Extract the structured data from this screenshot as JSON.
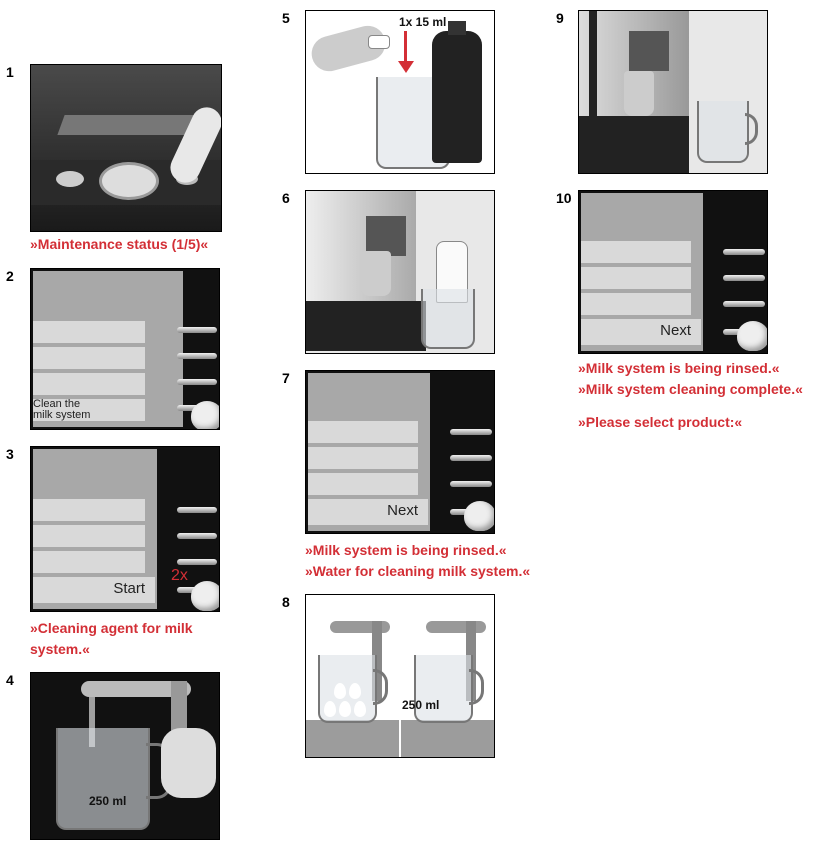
{
  "steps": {
    "s1": {
      "num": "1",
      "caption": "»Maintenance status (1/5)«"
    },
    "s2": {
      "num": "2",
      "bar4": "Clean the\nmilk system"
    },
    "s3": {
      "num": "3",
      "bar4": "Start",
      "press": "2x",
      "caption": "»Cleaning agent for milk system.«"
    },
    "s4": {
      "num": "4",
      "amount": "250 ml"
    },
    "s5": {
      "num": "5",
      "dose": "1x 15 ml"
    },
    "s6": {
      "num": "6"
    },
    "s7": {
      "num": "7",
      "bar4": "Next",
      "caption1": "»Milk system is being rinsed.«",
      "caption2": "»Water for cleaning milk system.«"
    },
    "s8": {
      "num": "8",
      "amount": "250 ml"
    },
    "s9": {
      "num": "9"
    },
    "s10": {
      "num": "10",
      "bar4": "Next",
      "caption1": "»Milk system is being rinsed.«",
      "caption2": "»Milk system cleaning complete.«",
      "caption3": "»Please select product:«"
    }
  },
  "colors": {
    "accent": "#d32f36"
  }
}
